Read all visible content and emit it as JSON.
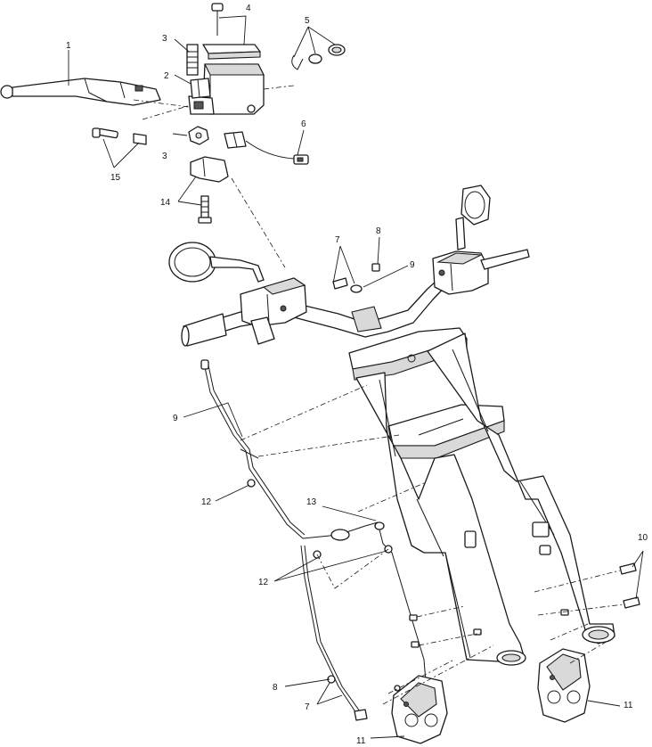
{
  "diagram": {
    "callouts": {
      "c1": "1",
      "c2": "2",
      "c3a": "3",
      "c3b": "3",
      "c4": "4",
      "c5": "5",
      "c6": "6",
      "c7a": "7",
      "c7b": "7",
      "c8a": "8",
      "c8b": "8",
      "c9a": "9",
      "c9b": "9",
      "c10": "10",
      "c11a": "11",
      "c11b": "11",
      "c12a": "12",
      "c12b": "12",
      "c13": "13",
      "c14": "14",
      "c15": "15"
    }
  }
}
